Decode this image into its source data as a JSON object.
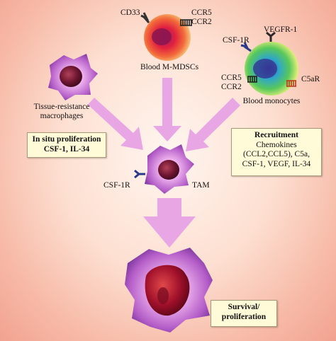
{
  "labels": {
    "cd33": "CD33",
    "ccr5_top": "CCR5",
    "ccr2_top": "CCR2",
    "blood_mmdscs": "Blood M-MDSCs",
    "csf1r_top": "CSF-1R",
    "vegfr1": "VEGFR-1",
    "tissue_line1": "Tissue-resistance",
    "tissue_line2": "macrophages",
    "ccr5_mono": "CCR5",
    "ccr2_mono": "CCR2",
    "c5ar": "C5aR",
    "blood_monocytes": "Blood monocytes",
    "csf1r_tam": "CSF-1R",
    "tam": "TAM"
  },
  "boxes": {
    "in_situ": {
      "line1": "In situ proliferation",
      "line2": "CSF-1, IL-34"
    },
    "recruitment": {
      "title": "Recruitment",
      "line1": "Chemokines",
      "line2": "(CCL2,CCL5), C5a,",
      "line3": "CSF-1, VEGF, IL-34"
    },
    "survival": {
      "line1": "Survival/",
      "line2": "proliferation"
    }
  },
  "colors": {
    "arrow": "#e9a6e4",
    "box_fill": "#fffbd8",
    "background_edge": "#f2a291"
  }
}
